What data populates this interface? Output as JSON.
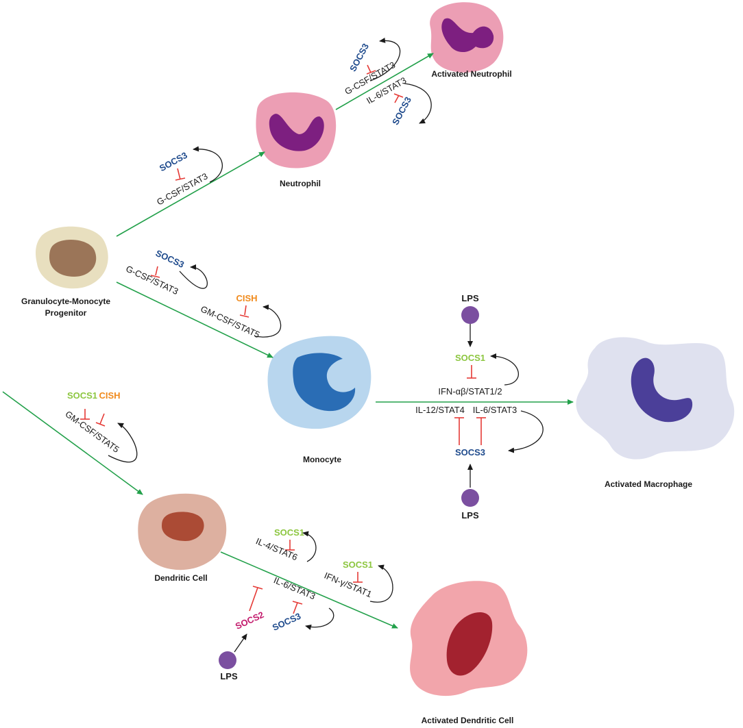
{
  "colors": {
    "arrow_green": "#22a04a",
    "inhibit_red": "#e53935",
    "socs3": "#1e4a8c",
    "socs1": "#8cc63f",
    "cish": "#f08a1c",
    "socs2": "#c2186b",
    "lps": "#7b4fa0"
  },
  "cells": {
    "activated_neutrophil": "Activated Neutrophil",
    "neutrophil": "Neutrophil",
    "gmp_line1": "Granulocyte-Monocyte",
    "gmp_line2": "Progenitor",
    "monocyte": "Monocyte",
    "activated_macrophage": "Activated Macrophage",
    "dendritic_cell": "Dendritic Cell",
    "activated_dendritic_cell": "Activated Dendritic Cell"
  },
  "regulators": {
    "socs3": "SOCS3",
    "socs1": "SOCS1",
    "socs2": "SOCS2",
    "cish": "CISH",
    "lps": "LPS"
  },
  "pathways": {
    "gcsf_stat3": "G-CSF/STAT3",
    "il6_stat3": "IL-6/STAT3",
    "gmcsf_stat5": "GM-CSF/STAT5",
    "ifnab_stat12": "IFN-αβ/STAT1/2",
    "il12_stat4": "IL-12/STAT4",
    "il4_stat6": "IL-4/STAT6",
    "ifng_stat1": "IFN-γ/STAT1"
  }
}
